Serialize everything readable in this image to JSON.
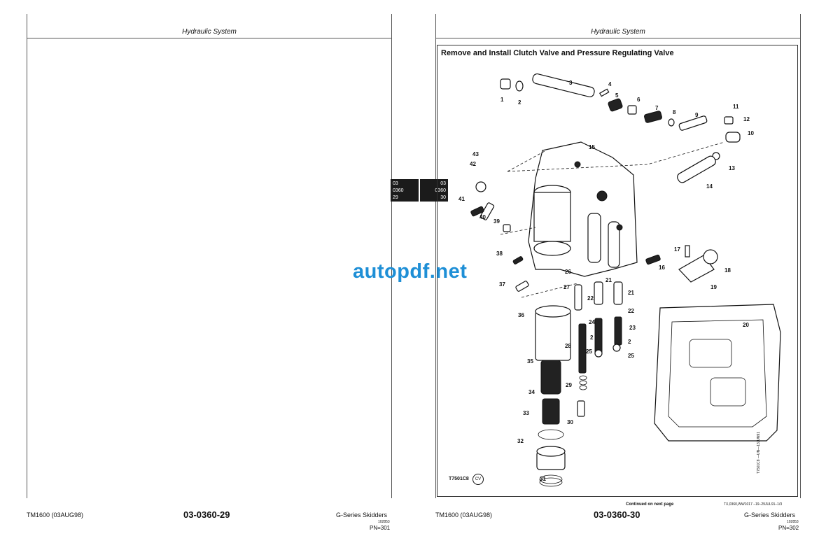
{
  "left_page": {
    "header_title": "Hydraulic System",
    "footer_left": "TM1600 (03AUG98)",
    "footer_center": "03-0360-29",
    "footer_right": "G-Series Skidders",
    "footer_small": "102853",
    "footer_pn": "PN=301"
  },
  "right_page": {
    "header_title": "Hydraulic System",
    "figure_title": "Remove and Install Clutch Valve and Pressure Regulating Valve",
    "figure_code": "T7501C8",
    "figure_code_badge": "CV",
    "side_code": "T7501C8 —UN—13JUN91",
    "continued": "Continued on next page",
    "doc_ref": "TX,0360,WW1017   –19–29JUL91–1/3",
    "footer_left": "TM1600 (03AUG98)",
    "footer_center": "03-0360-30",
    "footer_right": "G-Series Skidders",
    "footer_small": "102853",
    "footer_pn": "PN=302"
  },
  "tabs": {
    "left": [
      "03",
      "0360",
      "29"
    ],
    "right": [
      "03",
      "0360",
      "30"
    ]
  },
  "watermark": "autopdf.net",
  "callouts": [
    "1",
    "2",
    "3",
    "4",
    "5",
    "6",
    "7",
    "8",
    "9",
    "10",
    "11",
    "12",
    "13",
    "14",
    "15",
    "16",
    "17",
    "18",
    "19",
    "20",
    "21",
    "21",
    "22",
    "22",
    "23",
    "24",
    "25",
    "25",
    "26",
    "27",
    "28",
    "29",
    "30",
    "31",
    "32",
    "33",
    "34",
    "35",
    "36",
    "37",
    "38",
    "39",
    "40",
    "41",
    "42",
    "43",
    "2",
    "2"
  ]
}
